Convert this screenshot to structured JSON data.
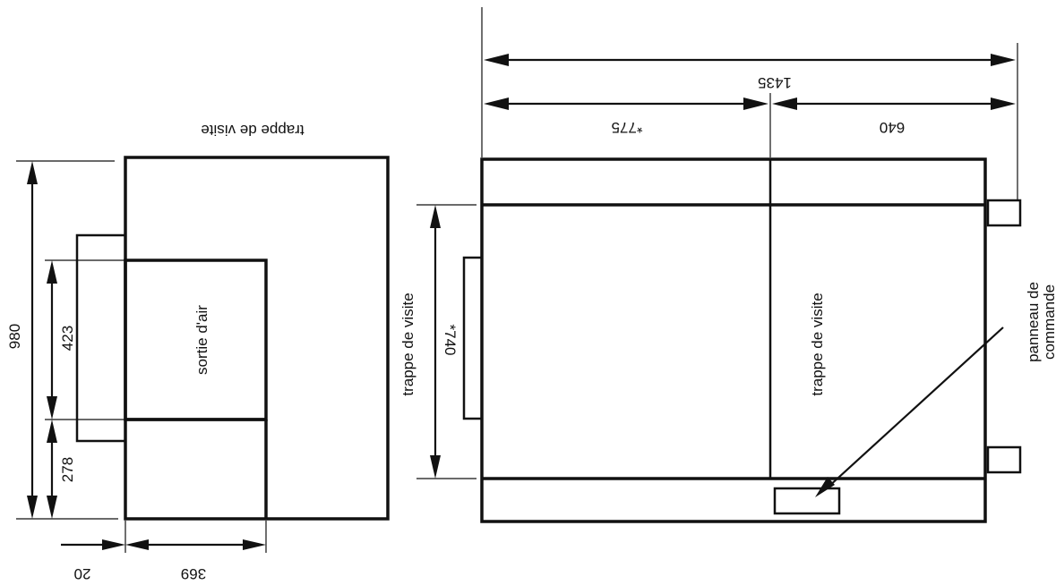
{
  "left_view": {
    "top_label": "trappe de visite",
    "outlet_label": "sortie d'air",
    "dim_height_total": "980",
    "dim_outlet_height": "423",
    "dim_lower_height": "278",
    "dim_outlet_width": "369",
    "dim_offset": "20"
  },
  "right_view": {
    "dim_total_width": "1435",
    "dim_left_width": "*775",
    "dim_right_width": "640",
    "dim_door_height": "*740",
    "side_label": "trappe de visite",
    "center_label": "trappe de visite",
    "panel_label_line1": "panneau de",
    "panel_label_line2": "commande"
  },
  "colors": {
    "ink": "#111111",
    "background": "#ffffff"
  }
}
